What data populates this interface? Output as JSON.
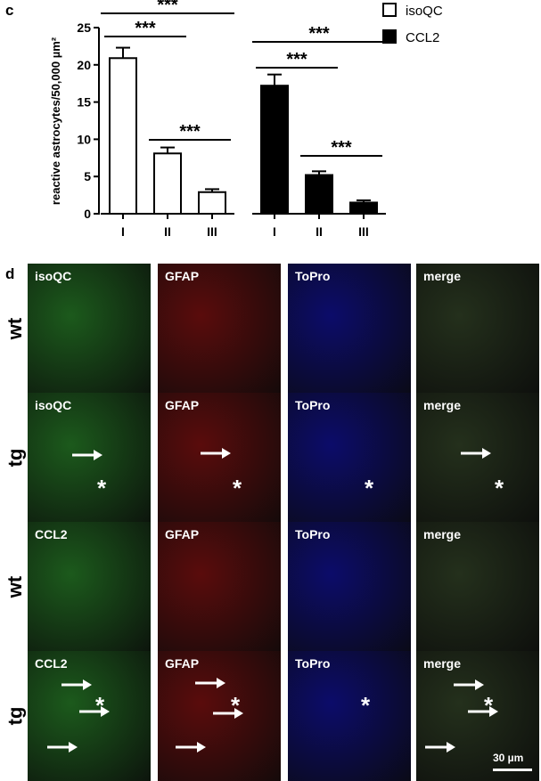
{
  "panel_c_letter": "c",
  "panel_d_letter": "d",
  "chart_data": {
    "type": "bar",
    "ylabel": "reactive astrocytes/50,000 µm²",
    "ylim": [
      0,
      25
    ],
    "yticks": [
      0,
      5,
      10,
      15,
      20,
      25
    ],
    "categories": [
      "I",
      "II",
      "III"
    ],
    "series": [
      {
        "name": "isoQC",
        "values": [
          20.9,
          8.1,
          2.9
        ],
        "errors": [
          1.4,
          0.8,
          0.4
        ],
        "fill": "#ffffff"
      },
      {
        "name": "CCL2",
        "values": [
          17.2,
          5.2,
          1.5
        ],
        "errors": [
          1.5,
          0.5,
          0.3
        ],
        "fill": "#000000"
      }
    ],
    "significance": [
      {
        "series": 0,
        "from": 0,
        "to": 2,
        "label": "***"
      },
      {
        "series": 0,
        "from": 0,
        "to": 1,
        "label": "***"
      },
      {
        "series": 0,
        "from": 1,
        "to": 2,
        "label": "***"
      },
      {
        "series": 1,
        "from": 0,
        "to": 2,
        "label": "***"
      },
      {
        "series": 1,
        "from": 0,
        "to": 1,
        "label": "***"
      },
      {
        "series": 1,
        "from": 1,
        "to": 2,
        "label": "***"
      }
    ],
    "legend_position": "top-right"
  },
  "micrographs": {
    "rows": [
      {
        "label": "wt",
        "tiles": [
          "isoQC",
          "GFAP",
          "ToPro",
          "merge"
        ]
      },
      {
        "label": "tg",
        "tiles": [
          "isoQC",
          "GFAP",
          "ToPro",
          "merge"
        ]
      },
      {
        "label": "wt",
        "tiles": [
          "CCL2",
          "GFAP",
          "ToPro",
          "merge"
        ]
      },
      {
        "label": "tg",
        "tiles": [
          "CCL2",
          "GFAP",
          "ToPro",
          "merge"
        ]
      }
    ],
    "scale_bar": "30 µm",
    "colors": {
      "green": "#1c5a1c",
      "red": "#5a0c0c",
      "blue": "#0c0c6a",
      "merge": "#24301c"
    }
  }
}
